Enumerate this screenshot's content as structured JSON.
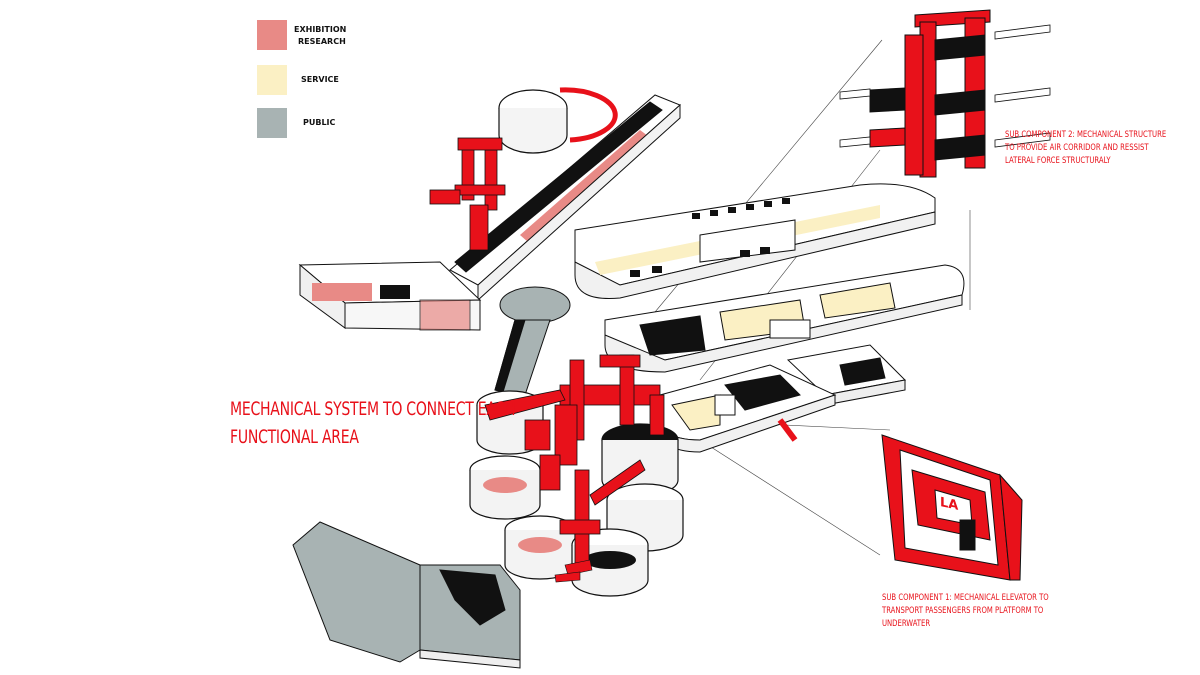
{
  "legend": [
    {
      "label_line1": "EXHIBITION",
      "label_line2": "RESEARCH",
      "color": "#e88a86",
      "name": "exhibition-research"
    },
    {
      "label_line1": "SERVICE",
      "label_line2": "",
      "color": "#fbf0c4",
      "name": "service"
    },
    {
      "label_line1": "PUBLIC",
      "label_line2": "",
      "color": "#a8b3b3",
      "name": "public"
    }
  ],
  "title": {
    "line1": "MECHANICAL SYSTEM TO CONNECT EACH",
    "line2": "FUNCTIONAL AREA"
  },
  "sub_component_2": {
    "line1": "SUB COMPONENT 2: MECHANICAL STRUCTURE",
    "line2": "TO PROVIDE AIR CORRIDOR AND RESSIST",
    "line3": "LATERAL FORCE STRUCTURALY"
  },
  "sub_component_1": {
    "line1": "SUB COMPONENT 1: MECHANICAL ELEVATOR TO",
    "line2": "TRANSPORT PASSENGERS FROM PLATFORM TO",
    "line3": "UNDERWATER"
  },
  "elevator_badge": "LA",
  "colors": {
    "accent_red": "#e8111a",
    "exhibition": "#e88a86",
    "service": "#fbf0c4",
    "public": "#a8b3b3",
    "line": "#222222"
  }
}
